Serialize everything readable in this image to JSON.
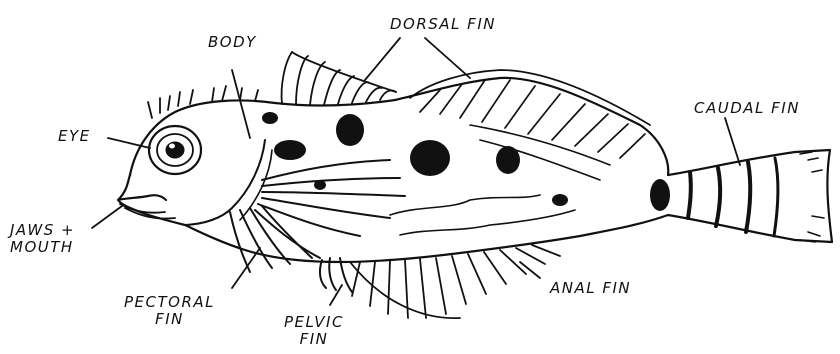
{
  "labels": {
    "body": "BODY",
    "dorsal_fin": "DORSAL FIN",
    "eye": "EYE",
    "caudal_fin": "CAUDAL FIN",
    "jaws_mouth_line1": "JAWS +",
    "jaws_mouth_line2": "MOUTH",
    "pectoral_fin_line1": "PECTORAL",
    "pectoral_fin_line2": "FIN",
    "pelvic_fin_line1": "PELVIC",
    "pelvic_fin_line2": "FIN",
    "anal_fin": "ANAL FIN"
  },
  "colors": {
    "ink": "#111111",
    "paper": "#ffffff"
  }
}
